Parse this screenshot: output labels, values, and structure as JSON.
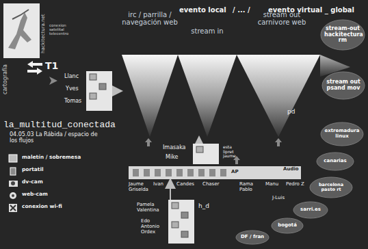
{
  "diagram": {
    "nodes": [
      {
        "text": [
          "irc / parrilla / navegación web"
        ]
      },
      {
        "text": [
          "stream in"
        ]
      },
      {
        "text": [
          "stream out carnivore web"
        ]
      },
      {
        "text": [
          "stream-out hackitectura rm"
        ]
      },
      {
        "text": [
          "stream out psand mov"
        ]
      },
      {
        "text": [
          "extremadura linux"
        ]
      },
      {
        "text": [
          "canarias"
        ]
      },
      {
        "text": [
          "barcelona pasto rt"
        ]
      },
      {
        "text": [
          "sarri.es"
        ]
      },
      {
        "text": [
          "bogotá"
        ]
      },
      {
        "text": [
          "DF / fran"
        ]
      },
      {
        "text": [
          "Llanc",
          "Yves",
          "Tomas"
        ]
      },
      {
        "text": [
          "Imasaka",
          "Mike"
        ]
      },
      {
        "text": [
          "AP",
          "Audio"
        ]
      },
      {
        "text": [
          "h_d"
        ]
      }
    ],
    "edges": [
      {
        "from": 11,
        "to": 0,
        "arrow": "to"
      },
      {
        "from": 12,
        "to": 1,
        "arrow": "to"
      },
      {
        "from": 14,
        "to": 13,
        "arrow": "to"
      }
    ],
    "labels": [
      "evento local",
      "/ ... /",
      "evento virtual _ global",
      "hackitectura.net",
      "conexion satelital telecentro",
      "cartografía",
      "T1",
      "la_multitud_conectada",
      "04.05.03 La Rábida / espacio de los flujos",
      "esta lipret jaume",
      "pd",
      "Jaume Griselda",
      "Ivan",
      "Candes",
      "Chaser",
      "Rama Pablo",
      "Manu",
      "Pedro Z",
      "J-Luis",
      "Pamela Valentina",
      "Edo Antonio Ordex"
    ],
    "legend": [
      {
        "text": "maletín / sobremesa"
      },
      {
        "text": "portatil"
      },
      {
        "text": "dv-cam"
      },
      {
        "text": "web-cam"
      },
      {
        "text": "conexion wi-fi"
      }
    ]
  }
}
